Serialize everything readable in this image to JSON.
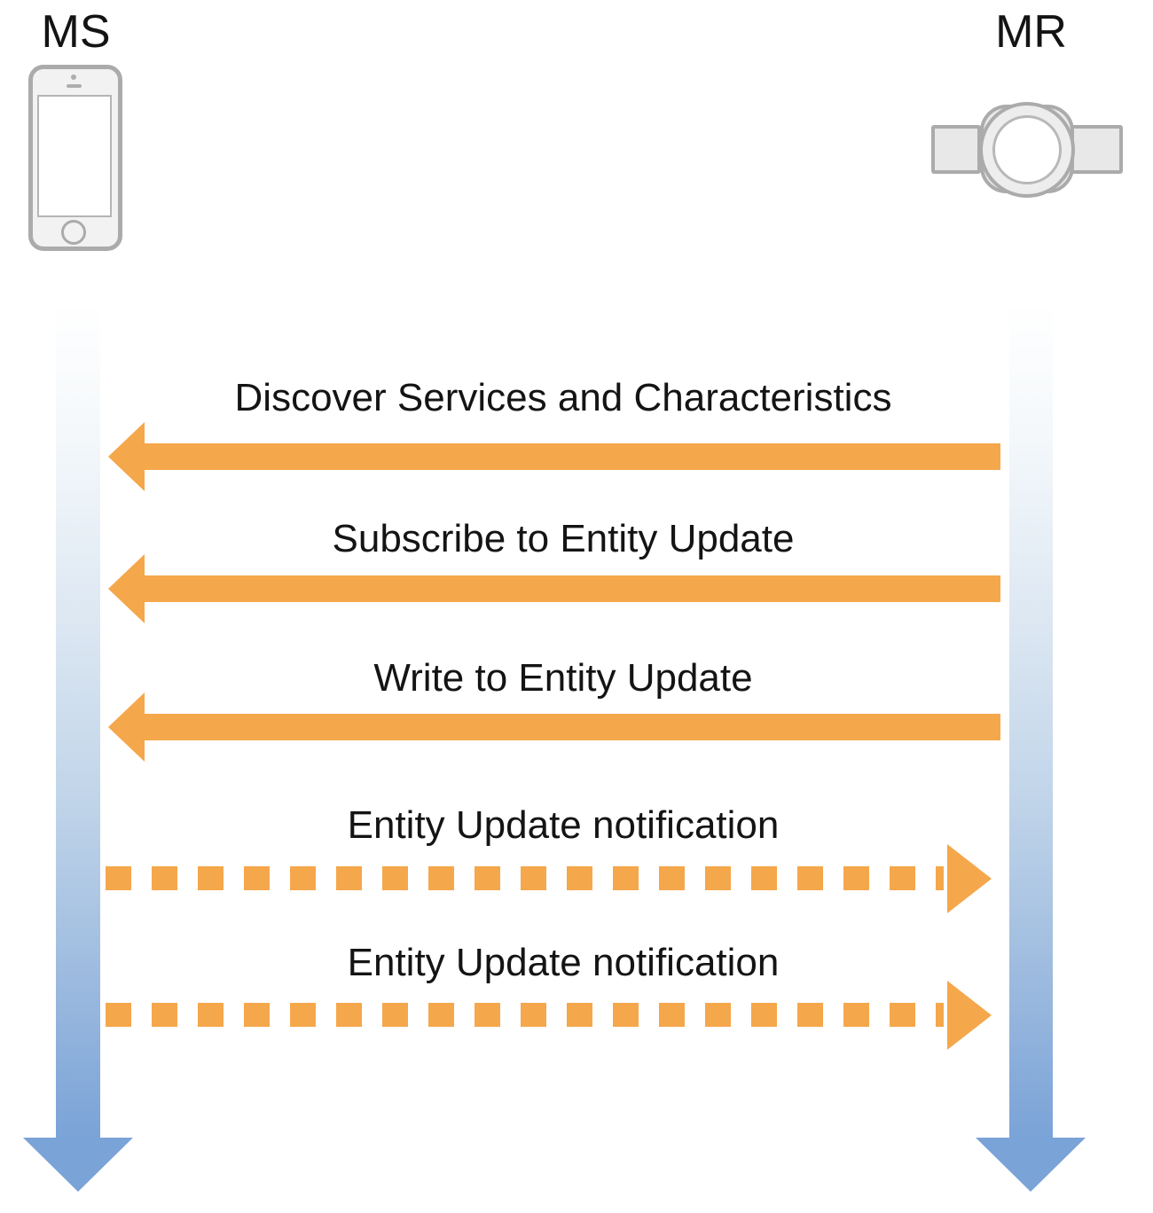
{
  "diagram": {
    "type": "sequence-diagram",
    "actors": [
      {
        "name": "MS",
        "icon": "iphone-icon",
        "position": "left"
      },
      {
        "name": "MR",
        "icon": "watch-icon",
        "position": "right"
      }
    ],
    "messages": [
      {
        "label": "Discover Services and Characteristics",
        "from": "MR",
        "to": "MS",
        "line": "solid"
      },
      {
        "label": "Subscribe to Entity Update",
        "from": "MR",
        "to": "MS",
        "line": "solid"
      },
      {
        "label": "Write to Entity Update",
        "from": "MR",
        "to": "MS",
        "line": "solid"
      },
      {
        "label": "Entity Update notification",
        "from": "MS",
        "to": "MR",
        "line": "dashed"
      },
      {
        "label": "Entity Update notification",
        "from": "MS",
        "to": "MR",
        "line": "dashed"
      }
    ]
  },
  "colors": {
    "arrow-orange": "#F5A74B",
    "lifeline-blue-bottom": "#7AA3D7",
    "icon-gray-stroke": "#ABABAB",
    "icon-gray-fill": "#F2F2F2",
    "text-black": "#141414"
  }
}
